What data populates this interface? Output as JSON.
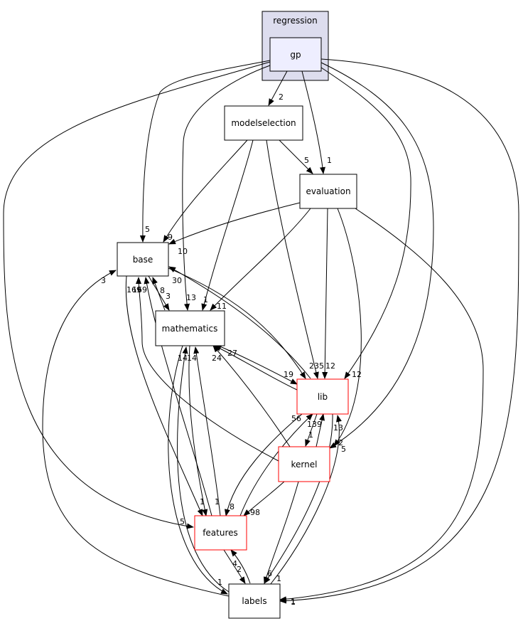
{
  "diagram": {
    "cluster": {
      "label": "regression",
      "fill": "#ddddee",
      "stroke": "#000000"
    },
    "nodes": [
      {
        "id": "gp",
        "label": "gp",
        "fill": "#eeeeff",
        "stroke": "#000000"
      },
      {
        "id": "modelselection",
        "label": "modelselection",
        "fill": "#ffffff",
        "stroke": "#000000"
      },
      {
        "id": "evaluation",
        "label": "evaluation",
        "fill": "#ffffff",
        "stroke": "#000000"
      },
      {
        "id": "base",
        "label": "base",
        "fill": "#ffffff",
        "stroke": "#000000"
      },
      {
        "id": "mathematics",
        "label": "mathematics",
        "fill": "#ffffff",
        "stroke": "#000000"
      },
      {
        "id": "lib",
        "label": "lib",
        "fill": "#ffffff",
        "stroke": "#ff0000"
      },
      {
        "id": "kernel",
        "label": "kernel",
        "fill": "#ffffff",
        "stroke": "#ff0000"
      },
      {
        "id": "features",
        "label": "features",
        "fill": "#ffffff",
        "stroke": "#ff0000"
      },
      {
        "id": "labels",
        "label": "labels",
        "fill": "#ffffff",
        "stroke": "#000000"
      }
    ],
    "edges": [
      {
        "from": "gp",
        "to": "modelselection",
        "label": "2"
      },
      {
        "from": "gp",
        "to": "evaluation",
        "label": "1"
      },
      {
        "from": "gp",
        "to": "base",
        "label": "5"
      },
      {
        "from": "gp",
        "to": "mathematics",
        "label": "13"
      },
      {
        "from": "gp",
        "to": "lib",
        "label": "12"
      },
      {
        "from": "gp",
        "to": "kernel",
        "label": "2"
      },
      {
        "from": "gp",
        "to": "features",
        "label": "5"
      },
      {
        "from": "gp",
        "to": "labels",
        "label": "1"
      },
      {
        "from": "modelselection",
        "to": "evaluation",
        "label": "5"
      },
      {
        "from": "modelselection",
        "to": "base",
        "label": "9"
      },
      {
        "from": "modelselection",
        "to": "mathematics",
        "label": "1"
      },
      {
        "from": "modelselection",
        "to": "lib",
        "label": "5"
      },
      {
        "from": "evaluation",
        "to": "base",
        "label": "10"
      },
      {
        "from": "evaluation",
        "to": "mathematics",
        "label": "11"
      },
      {
        "from": "evaluation",
        "to": "lib",
        "label": "12"
      },
      {
        "from": "evaluation",
        "to": "kernel",
        "label": "5"
      },
      {
        "from": "evaluation",
        "to": "labels",
        "label": "1"
      },
      {
        "from": "base",
        "to": "mathematics",
        "label": "3"
      },
      {
        "from": "base",
        "to": "lib",
        "label": "23"
      },
      {
        "from": "base",
        "to": "features",
        "label": "1"
      },
      {
        "from": "mathematics",
        "to": "base",
        "label": "8"
      },
      {
        "from": "mathematics",
        "to": "lib",
        "label": "19"
      },
      {
        "from": "mathematics",
        "to": "features",
        "label": "1"
      },
      {
        "from": "mathematics",
        "to": "labels",
        "label": "1"
      },
      {
        "from": "lib",
        "to": "base",
        "label": "30"
      },
      {
        "from": "lib",
        "to": "mathematics",
        "label": "27"
      },
      {
        "from": "lib",
        "to": "kernel",
        "label": "1"
      },
      {
        "from": "lib",
        "to": "features",
        "label": "8"
      },
      {
        "from": "lib",
        "to": "labels",
        "label": "6"
      },
      {
        "from": "kernel",
        "to": "base",
        "label": "169"
      },
      {
        "from": "kernel",
        "to": "mathematics",
        "label": "24"
      },
      {
        "from": "kernel",
        "to": "lib",
        "label": "139"
      },
      {
        "from": "kernel",
        "to": "features",
        "label": "98"
      },
      {
        "from": "kernel",
        "to": "labels",
        "label": "1"
      },
      {
        "from": "features",
        "to": "base",
        "label": "169"
      },
      {
        "from": "features",
        "to": "mathematics",
        "label": "14"
      },
      {
        "from": "features",
        "to": "lib",
        "label": "56"
      },
      {
        "from": "features",
        "to": "labels",
        "label": "4"
      },
      {
        "from": "labels",
        "to": "base",
        "label": "3"
      },
      {
        "from": "labels",
        "to": "mathematics",
        "label": "14"
      },
      {
        "from": "labels",
        "to": "lib",
        "label": "13"
      },
      {
        "from": "labels",
        "to": "features",
        "label": "2"
      }
    ]
  }
}
